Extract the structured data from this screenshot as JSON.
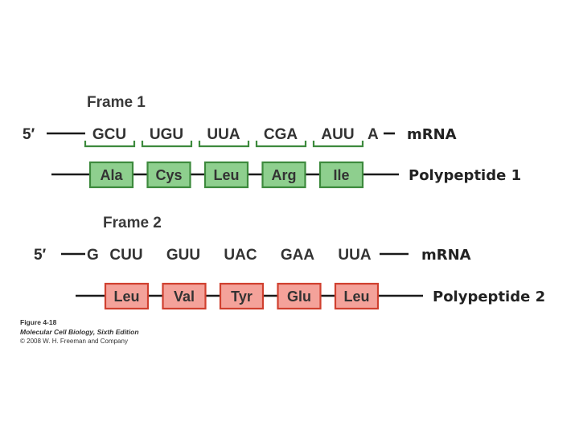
{
  "frame1": {
    "label": "Frame 1",
    "prime": "5′",
    "codons": [
      "GCU",
      "UGU",
      "UUA",
      "CGA",
      "AUU"
    ],
    "trailing": "A",
    "mrna_label": "mRNA",
    "amino_acids": [
      "Ala",
      "Cys",
      "Leu",
      "Arg",
      "Ile"
    ],
    "polypeptide_label": "Polypeptide 1",
    "box_fill": "#8ecf8e",
    "box_stroke": "#3d8a3d"
  },
  "frame2": {
    "label": "Frame 2",
    "prime": "5′",
    "leading": "G",
    "codons": [
      "CUU",
      "GUU",
      "UAC",
      "GAA",
      "UUA"
    ],
    "mrna_label": "mRNA",
    "amino_acids": [
      "Leu",
      "Val",
      "Tyr",
      "Glu",
      "Leu"
    ],
    "polypeptide_label": "Polypeptide 2",
    "box_fill": "#f4a29a",
    "box_stroke": "#d0402f"
  },
  "bracket_color": "#3d8a3d",
  "caption": {
    "figure": "Figure 4-18",
    "book": "Molecular Cell Biology, Sixth Edition",
    "copyright": "© 2008 W. H. Freeman and Company"
  }
}
